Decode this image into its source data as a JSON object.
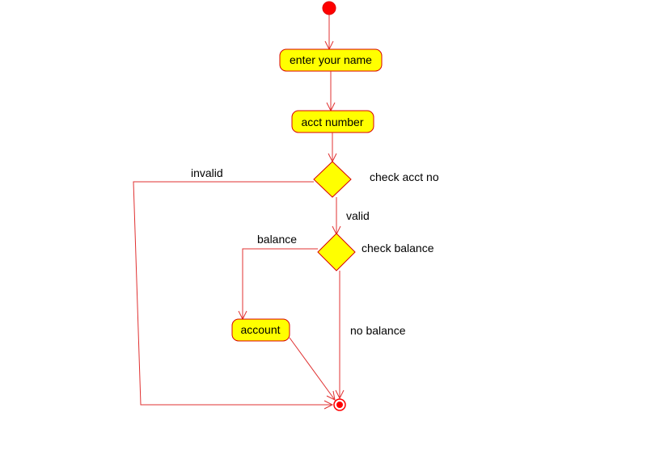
{
  "diagram": {
    "type": "activity",
    "colors": {
      "action_fill": "#ffff00",
      "stroke": "#d80000",
      "flow": "#e03030",
      "initial": "#ff0000"
    },
    "nodes": {
      "enter_name": {
        "label": "enter your name"
      },
      "acct_number": {
        "label": "acct number"
      },
      "check_acct": {
        "label": "check acct no"
      },
      "check_balance": {
        "label": "check balance"
      },
      "account": {
        "label": "account"
      }
    },
    "edges": {
      "invalid": {
        "label": "invalid"
      },
      "valid": {
        "label": "valid"
      },
      "balance": {
        "label": "balance"
      },
      "no_balance": {
        "label": "no balance"
      }
    }
  }
}
